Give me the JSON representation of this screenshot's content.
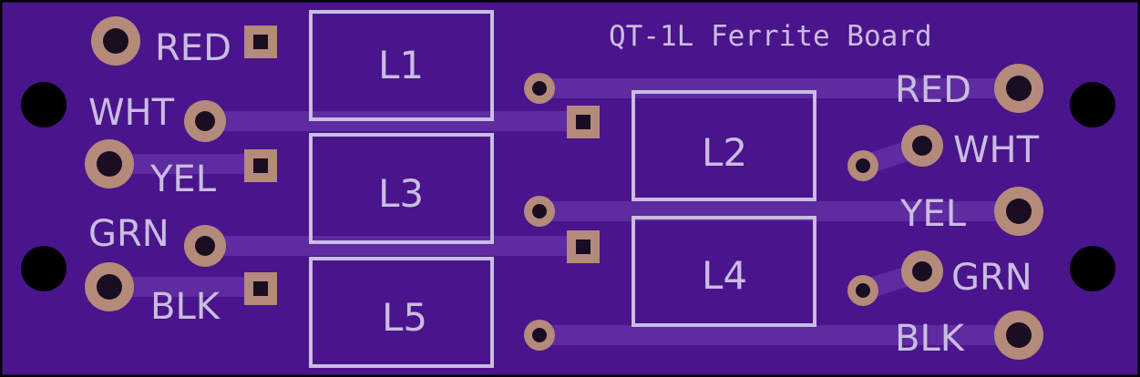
{
  "board": {
    "title": "QT-1L Ferrite Board",
    "colors": {
      "substrate": "#4a148c",
      "edge": "#000000",
      "trace": "#5e2ba0",
      "silkscreen": "#c9bde0",
      "copper_pad": "#b48a7a",
      "hole": "#1a0e22",
      "mount_hole": "#000000"
    }
  },
  "left_labels": [
    "RED",
    "WHT",
    "YEL",
    "GRN",
    "BLK"
  ],
  "right_labels": [
    "RED",
    "WHT",
    "YEL",
    "GRN",
    "BLK"
  ],
  "inductors": [
    "L1",
    "L2",
    "L3",
    "L4",
    "L5"
  ]
}
